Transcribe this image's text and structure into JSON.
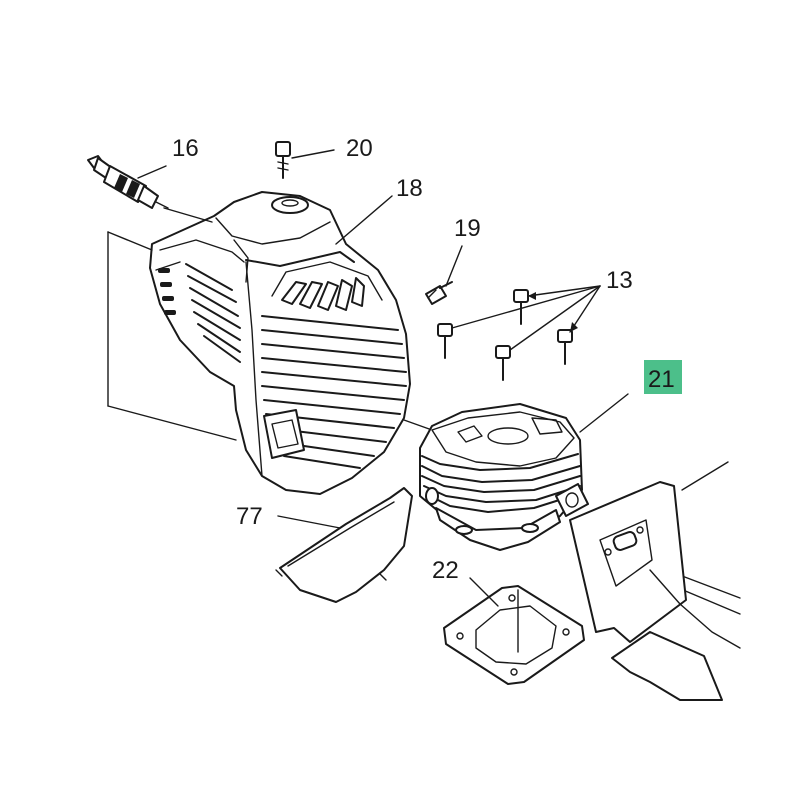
{
  "callouts": {
    "spark_plug": "16",
    "cover_screw": "20",
    "cylinder_cover": "18",
    "screw_19": "19",
    "cylinder_screws": "13",
    "cylinder": "21",
    "cover_plate": "77",
    "base_gasket": "22"
  },
  "colors": {
    "highlight": "#4cbf8a",
    "line": "#1a1a1a"
  }
}
